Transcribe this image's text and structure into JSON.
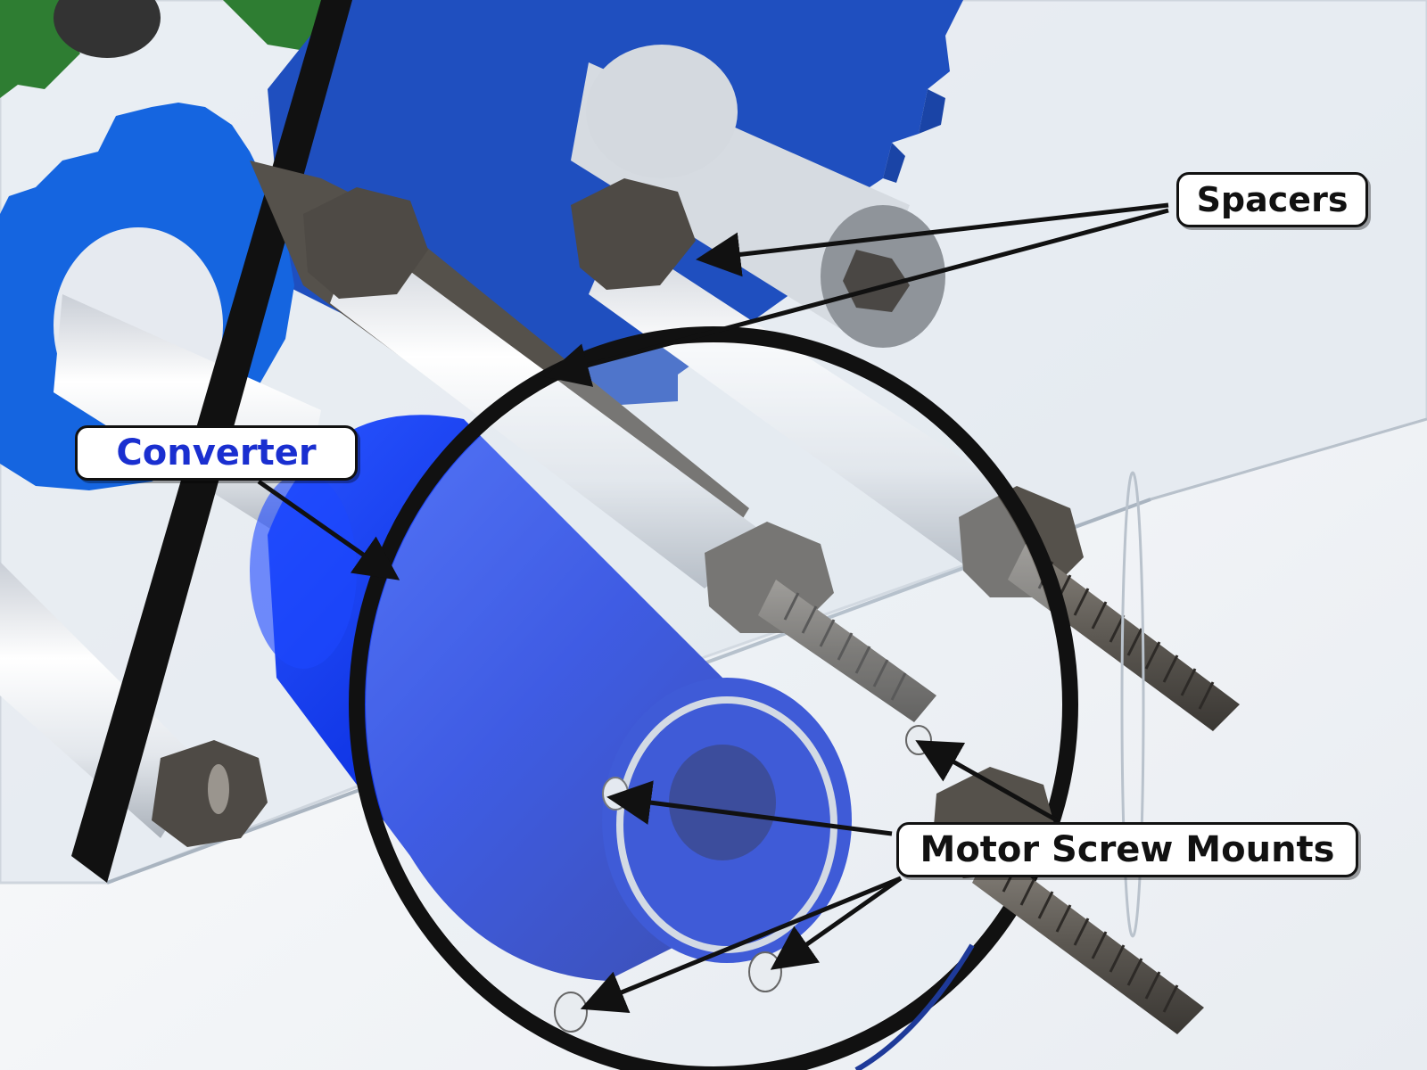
{
  "labels": {
    "spacers": "Spacers",
    "converter": "Converter",
    "motor_screw_mounts": "Motor Screw Mounts"
  },
  "colors": {
    "label_text": "#111111",
    "converter_label_text": "#1a2fd0",
    "gear_blue": "#1f4fbf",
    "converter_blue": "#0a2ee0",
    "gear_green": "#2e7d32",
    "spacer_white": "#e9edf2",
    "hardware_gray": "#5c5852",
    "plate_clear": "#dfe6ee"
  },
  "icons": {
    "arrows": "callout-arrow"
  }
}
